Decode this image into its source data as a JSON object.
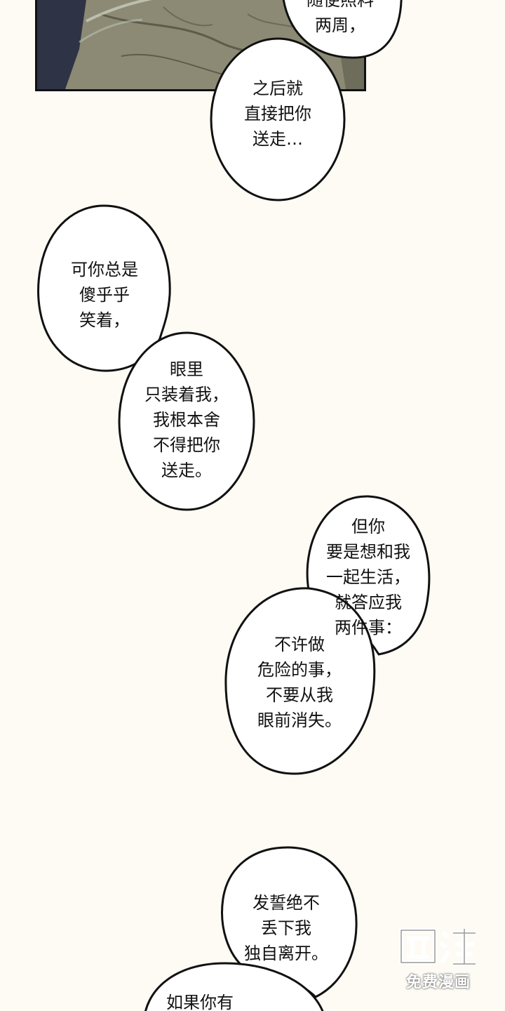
{
  "colors": {
    "page_background": "#fdfbf4",
    "ink": "#111111",
    "bubble_fill": "#ffffff",
    "panel_shirt": "#8c8a74",
    "panel_dark": "#3a3d50"
  },
  "icons": {
    "watermark_logo": "manhua-logo-icon"
  },
  "bubbles": [
    {
      "id": "top-right-cut",
      "text": "随便照料\n两周，"
    },
    {
      "id": "after-that",
      "text": "之后就\n直接把你\n送走…"
    },
    {
      "id": "but-you",
      "text": "可你总是\n傻乎乎\n笑着，"
    },
    {
      "id": "eyes-only-me",
      "text": "眼里\n只装着我，\n我根本舍\n不得把你\n送走。"
    },
    {
      "id": "live-together",
      "text": "但你\n要是想和我\n一起生活，\n就答应我\n两件事："
    },
    {
      "id": "two-things",
      "text": "不许做\n危险的事，\n不要从我\n眼前消失。"
    },
    {
      "id": "swear",
      "text": "发誓绝不\n丢下我\n独自离开。"
    },
    {
      "id": "if-you-have",
      "text": "如果你有"
    }
  ],
  "watermark": {
    "label": "免费漫画"
  }
}
